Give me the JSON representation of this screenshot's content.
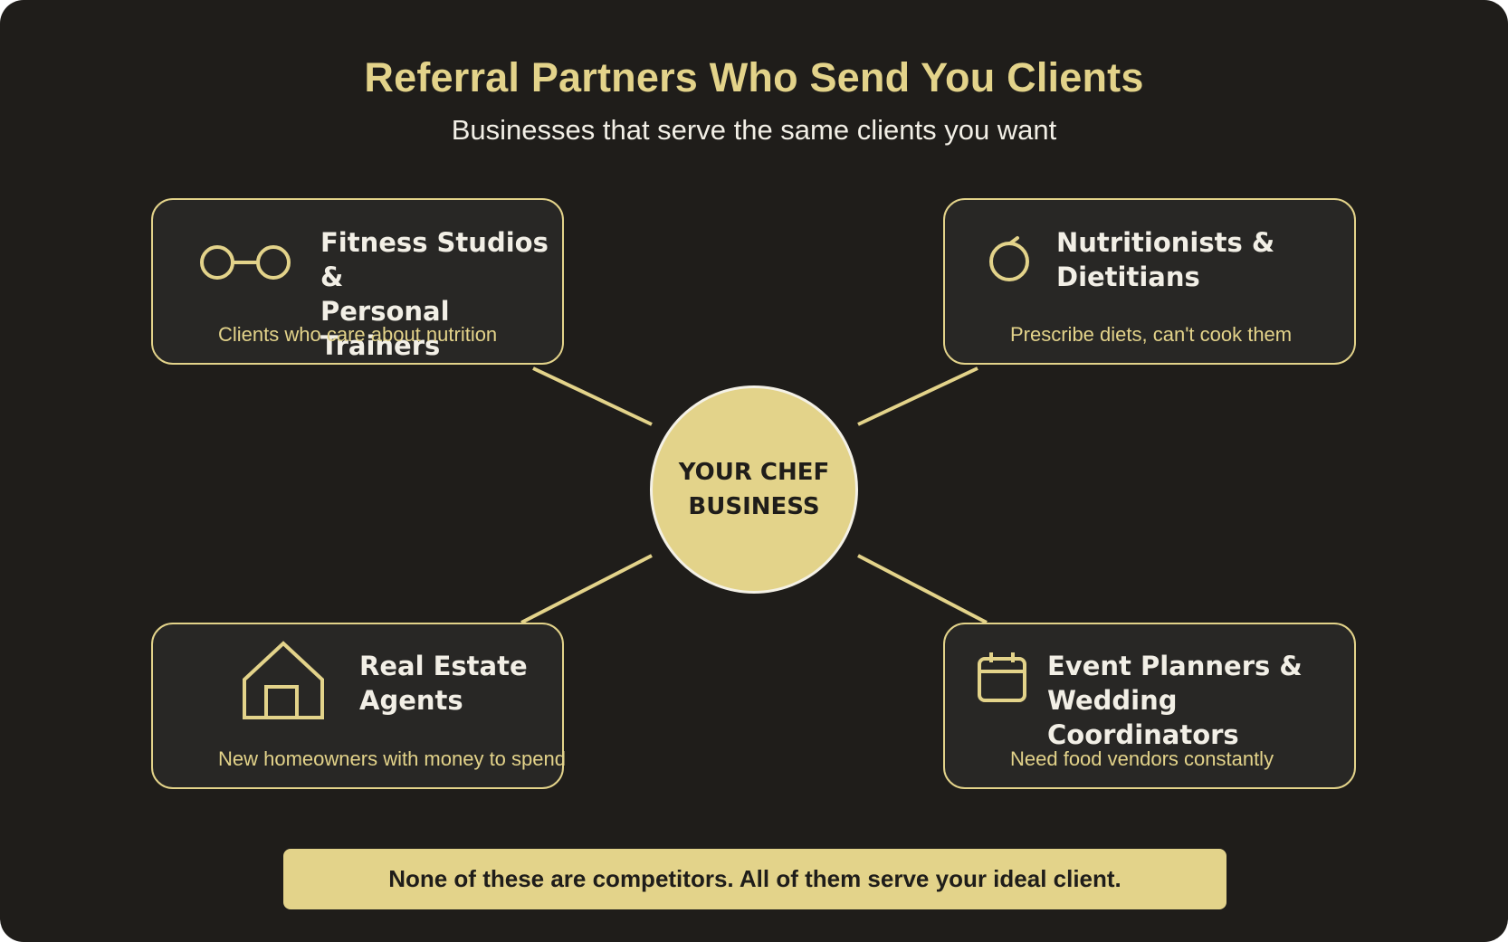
{
  "title": "Referral Partners Who Send You Clients",
  "subtitle": "Businesses that serve the same clients you want",
  "hub": {
    "label": "YOUR CHEF\nBUSINESS"
  },
  "partners": [
    {
      "name": "Fitness Studios &\nPersonal Trainers",
      "description": "Clients who care about nutrition",
      "icon": "dumbbell-icon"
    },
    {
      "name": "Nutritionists &\nDietitians",
      "description": "Prescribe diets, can't cook them",
      "icon": "apple-icon"
    },
    {
      "name": "Real Estate\nAgents",
      "description": "New homeowners with money to spend",
      "icon": "house-icon"
    },
    {
      "name": "Event Planners &\nWedding Coordinators",
      "description": "Need food vendors constantly",
      "icon": "calendar-icon"
    }
  ],
  "banner": {
    "text": "None of these are competitors. All of them serve your ideal client."
  },
  "colors": {
    "background": "#1f1d1a",
    "card": "#282725",
    "accent": "#e3d38a",
    "text": "#f2efe6"
  }
}
